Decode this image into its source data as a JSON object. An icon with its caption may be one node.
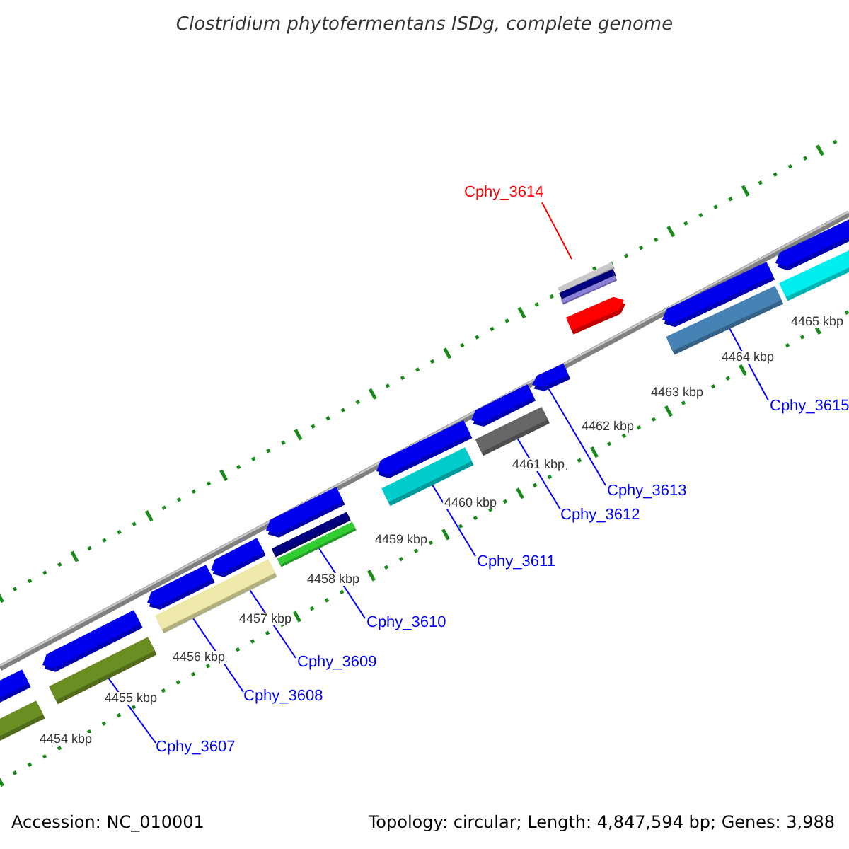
{
  "diagram": {
    "title": "Clostridium phytofermentans ISDg, complete genome",
    "nodes": [
      {
        "text": [
          "Cphy_3607"
        ]
      },
      {
        "text": [
          "Cphy_3608"
        ]
      },
      {
        "text": [
          "Cphy_3609"
        ]
      },
      {
        "text": [
          "Cphy_3610"
        ]
      },
      {
        "text": [
          "Cphy_3611"
        ]
      },
      {
        "text": [
          "Cphy_3612"
        ]
      },
      {
        "text": [
          "Cphy_3613"
        ]
      },
      {
        "text": [
          "Cphy_3614"
        ]
      },
      {
        "text": [
          "Cphy_3615"
        ]
      },
      {
        "text": [],
        "shape": "bar"
      },
      {
        "text": [],
        "shape": "bar"
      },
      {
        "text": [],
        "shape": "bar"
      },
      {
        "text": [],
        "shape": "bar"
      },
      {
        "text": [],
        "shape": "bar"
      },
      {
        "text": [],
        "shape": "arrow"
      },
      {
        "text": [],
        "shape": "bar"
      },
      {
        "text": [],
        "shape": "bar"
      }
    ],
    "edges": [
      {
        "from": 0,
        "to": 9,
        "arrow": "none"
      },
      {
        "from": 1,
        "to": 10,
        "arrow": "none"
      },
      {
        "from": 2,
        "to": 10,
        "arrow": "none"
      },
      {
        "from": 3,
        "to": 11,
        "arrow": "none"
      },
      {
        "from": 4,
        "to": 12,
        "arrow": "none"
      },
      {
        "from": 5,
        "to": 13,
        "arrow": "none"
      },
      {
        "from": 6,
        "to": 14,
        "arrow": "none"
      },
      {
        "from": 7,
        "to": 15,
        "arrow": "none",
        "color": "#ff0000"
      },
      {
        "from": 8,
        "to": 16,
        "arrow": "none"
      }
    ],
    "labels": [
      "4454 kbp",
      "4455 kbp",
      "4456 kbp",
      "4457 kbp",
      "4458 kbp",
      "4459 kbp",
      "4460 kbp",
      "4461 kbp",
      "4462 kbp",
      "4463 kbp",
      "4464 kbp",
      "4465 kbp",
      "Accession: NC_010001",
      "Topology: circular; Length: 4,847,594 bp; Genes: 3,988"
    ]
  }
}
